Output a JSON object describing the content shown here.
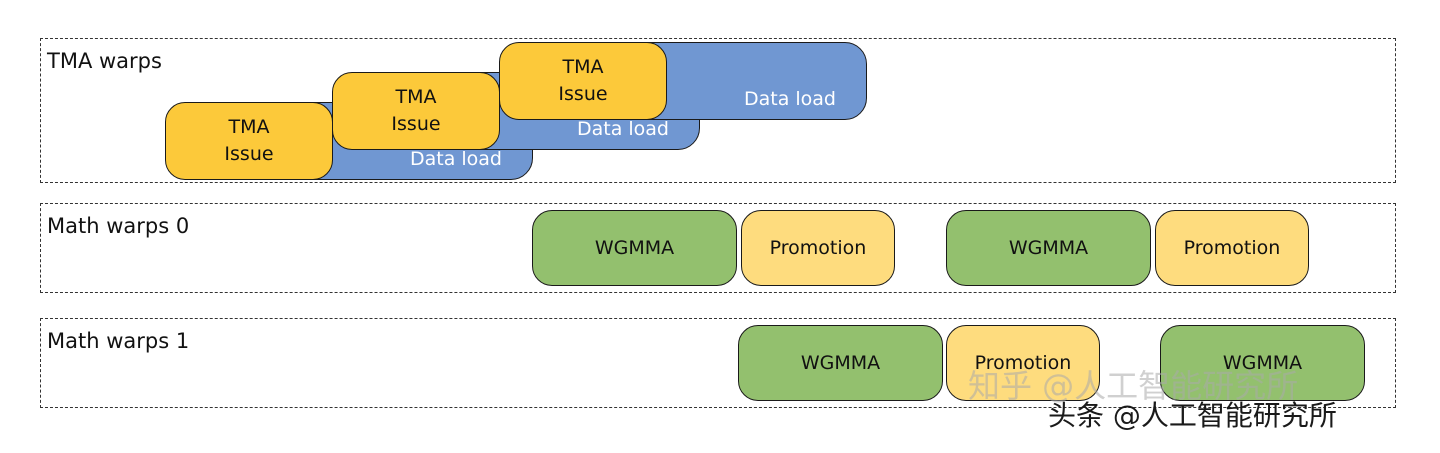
{
  "lanes": [
    {
      "label": "TMA warps"
    },
    {
      "label": "Math warps 0"
    },
    {
      "label": "Math warps 1"
    }
  ],
  "tma": {
    "issues": [
      "TMA\nIssue",
      "TMA\nIssue",
      "TMA\nIssue"
    ],
    "loads": [
      "Data load",
      "Data load",
      "Data load"
    ]
  },
  "math0": {
    "blocks": [
      "WGMMA",
      "Promotion",
      "WGMMA",
      "Promotion"
    ]
  },
  "math1": {
    "blocks": [
      "WGMMA",
      "Promotion",
      "WGMMA"
    ]
  },
  "colors": {
    "tma_issue": "#fcc93a",
    "data_load": "#7097d2",
    "wgmma": "#93c06e",
    "promotion": "#fedc7e"
  },
  "watermarks": {
    "zhihu": "知乎 @人工智能研究所",
    "toutiao": "头条 @人工智能研究所"
  }
}
